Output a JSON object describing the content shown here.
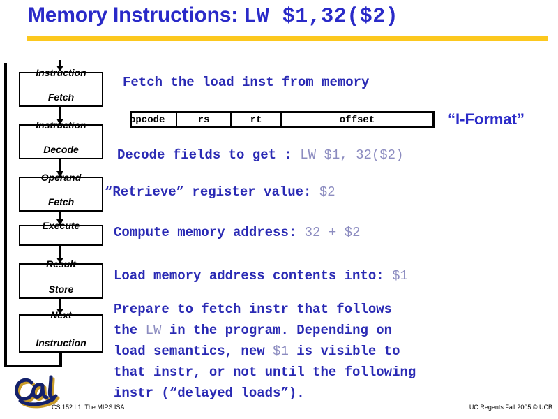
{
  "slide": {
    "title_main": "Memory Instructions: ",
    "title_code": "LW $1,32($2)",
    "accent_blue": "#2A2AC8",
    "body_blue": "#2A2AB4",
    "light_blue": "#8C8CC0",
    "rule_gold": "#FCC81E"
  },
  "flowchart": {
    "stages": [
      {
        "line1": "Instruction",
        "line2": "Fetch"
      },
      {
        "line1": "Instruction",
        "line2": "Decode"
      },
      {
        "line1": "Operand",
        "line2": "Fetch"
      },
      {
        "line1": "Execute",
        "line2": ""
      },
      {
        "line1": "Result",
        "line2": "Store"
      },
      {
        "line1": "Next",
        "line2": "Instruction"
      }
    ]
  },
  "content": {
    "fetch_line": "Fetch the load inst from memory",
    "decode_line_main": "Decode fields to get : ",
    "decode_line_lite": "LW $1, 32($2)",
    "retrieve_line_main": "“Retrieve” register value: ",
    "retrieve_line_lite": "$2",
    "compute_line_main": "Compute memory address: ",
    "compute_line_lite": "32 + $2",
    "load_line_main": "Load memory address contents into: ",
    "load_line_lite": "$1",
    "paragraph": {
      "l1": "Prepare to fetch instr that follows",
      "l2a": "the ",
      "l2b": "LW",
      "l2c": " in the program. Depending on",
      "l3a": "load semantics, new ",
      "l3b": "$1",
      "l3c": " is visible to",
      "l4": "that instr, or not until the following",
      "l5": "instr (“delayed loads”)."
    }
  },
  "instruction_format": {
    "fields": [
      "opcode",
      "rs",
      "rt",
      "offset"
    ],
    "label": "“I-Format”"
  },
  "footer": {
    "logo_text": "Cal",
    "left": "CS 152 L1: The MIPS ISA",
    "right": "UC Regents Fall 2005 © UCB"
  }
}
